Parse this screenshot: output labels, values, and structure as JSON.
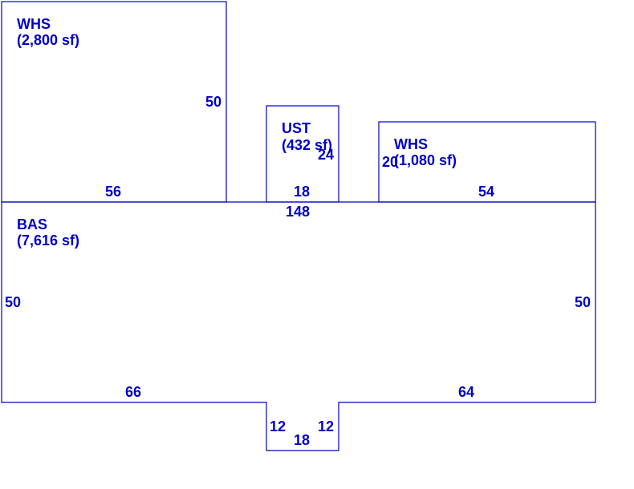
{
  "colors": {
    "line": "#0000c8",
    "text": "#0000c8",
    "background": "#ffffff"
  },
  "areas": [
    {
      "code": "WHS",
      "area": "(2,800 sf)"
    },
    {
      "code": "UST",
      "area": "(432 sf)"
    },
    {
      "code": "WHS",
      "area": "(1,080 sf)"
    },
    {
      "code": "BAS",
      "area": "(7,616 sf)"
    }
  ],
  "dimensions": {
    "whs_left_height": "50",
    "whs_left_width": "56",
    "ust_height": "24",
    "ust_width": "18",
    "whs_right_height": "20",
    "whs_right_width": "54",
    "bas_top": "148",
    "bas_left": "50",
    "bas_right": "50",
    "bas_bottom_left": "66",
    "bas_bottom_right": "64",
    "notch_left": "12",
    "notch_right": "12",
    "notch_bottom": "18"
  }
}
